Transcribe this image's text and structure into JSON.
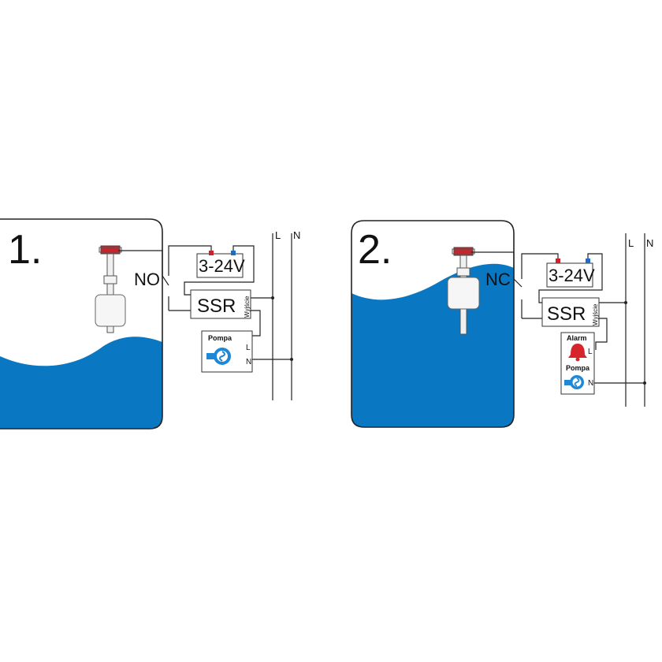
{
  "colors": {
    "water": "#0a77c2",
    "tank_border": "#222222",
    "terminal_red": "#c8242b",
    "terminal_blue": "#1a6fc0",
    "alarm_bell": "#d6262b",
    "pump_icon": "#1e88d6"
  },
  "panels": [
    {
      "number": "1.",
      "switch_label": "NO",
      "supply_label": "3-24V",
      "relay_label": "SSR",
      "relay_output_label": "Wyjście",
      "pump_label": "Pompa",
      "line_labels": [
        "L",
        "N"
      ],
      "terminal_labels": [
        "L",
        "N"
      ],
      "water_state": "low",
      "icons": [
        "float-switch-icon",
        "pump-icon"
      ]
    },
    {
      "number": "2.",
      "switch_label": "NC",
      "supply_label": "3-24V",
      "relay_label": "SSR",
      "relay_output_label": "Wyjście",
      "alarm_label": "Alarm",
      "pump_label": "Pompa",
      "line_labels": [
        "L",
        "N"
      ],
      "terminal_labels": [
        "L",
        "N"
      ],
      "water_state": "high",
      "icons": [
        "float-switch-icon",
        "alarm-bell-icon",
        "pump-icon"
      ]
    }
  ]
}
